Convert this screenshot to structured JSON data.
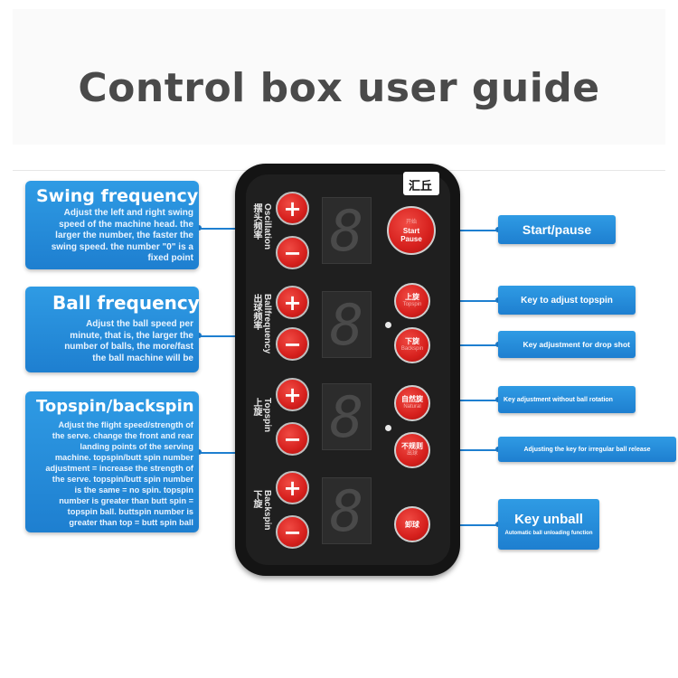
{
  "title": "Control box user guide",
  "left_boxes": {
    "swing": {
      "heading": "Swing frequency",
      "lines": [
        "Adjust the left and right swing",
        "speed of the machine head. the",
        "larger the number, the faster the",
        "swing speed. the number \"0\" is a",
        "fixed point"
      ]
    },
    "ball": {
      "heading": "Ball frequency",
      "lines": [
        "Adjust the ball speed per",
        "minute, that is, the larger the",
        "number of balls, the more/fast",
        "the ball machine will be"
      ]
    },
    "spin": {
      "heading": "Topspin/backspin",
      "lines": [
        "Adjust the flight speed/strength of",
        "the serve. change the front and rear",
        "landing points of the serving",
        "machine. topspin/butt spin number",
        "adjustment = increase the strength of",
        "the serve. topspin/butt spin number",
        "is the same = no spin. topspin",
        "number is greater than butt spin =",
        "topspin ball. buttspin number is",
        "greater than top = butt spin ball"
      ]
    }
  },
  "right_labels": {
    "start": "Start/pause",
    "topspin": "Key to adjust topspin",
    "drop": "Key adjustment for drop shot",
    "norotation": "Key adjustment without ball rotation",
    "irregular": "Adjusting the key for irregular ball release",
    "unball_title": "Key unball",
    "unball_sub": "Automatic ball unloading function"
  },
  "device": {
    "logo": "汇丘",
    "registered": "®",
    "plus": "+",
    "minus": "−",
    "digit": "8",
    "rows": [
      {
        "cn": "摆头频率",
        "en": "Oscillation"
      },
      {
        "cn": "出球频率",
        "en": "Ballfrequency"
      },
      {
        "cn": "上旋",
        "en": "Topspin"
      },
      {
        "cn": "下旋",
        "en": "Backspin"
      }
    ],
    "buttons": {
      "start": {
        "cn": "开始",
        "en1": "Start",
        "en2": "Pause"
      },
      "topspin": {
        "cn": "上旋",
        "en": "Topspin"
      },
      "backspin": {
        "cn": "下旋",
        "en": "Backspin"
      },
      "norotate": {
        "cn": "自然旋",
        "en": "Natural"
      },
      "irregular": {
        "cn": "不规则",
        "en": "出球"
      },
      "unload": {
        "cn": "卸球"
      }
    }
  },
  "colors": {
    "accent": "#1e7fd0",
    "button_red": "#d6201d",
    "device_black": "#141414"
  }
}
